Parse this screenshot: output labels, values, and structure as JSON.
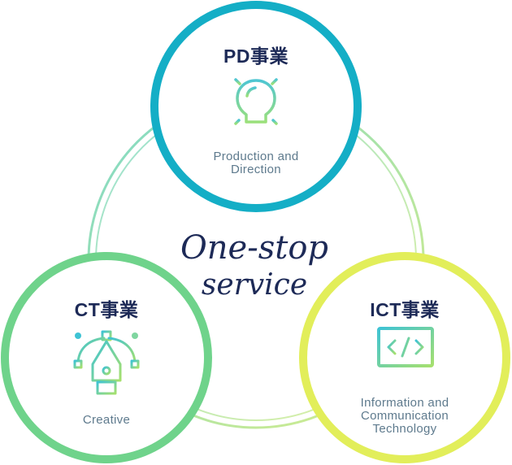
{
  "diagram": {
    "center": {
      "line1": "One-stop",
      "line2": "service"
    },
    "pd": {
      "title": "PD事業",
      "subtitle_line1": "Production and",
      "subtitle_line2": "Direction",
      "icon": "lightbulb-icon",
      "color": "#14aec6"
    },
    "ct": {
      "title": "CT事業",
      "subtitle": "Creative",
      "icon": "pen-tool-icon",
      "color": "#6fd38b"
    },
    "ict": {
      "title": "ICT事業",
      "subtitle_line1": "Information and",
      "subtitle_line2": "Communication",
      "subtitle_line3": "Technology",
      "icon": "code-monitor-icon",
      "color": "#e2ee5a"
    }
  }
}
